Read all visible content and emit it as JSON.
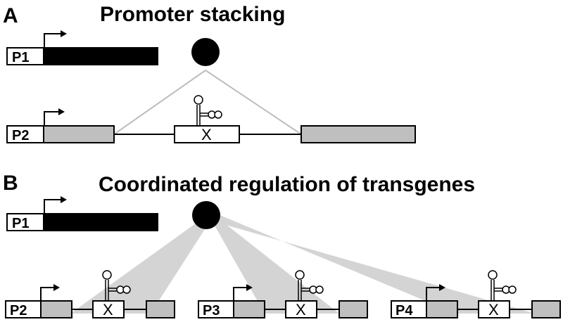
{
  "panel_a": {
    "letter": "A",
    "title": "Promoter stacking",
    "promoter_top": "P1",
    "promoter_bottom": "P2",
    "element": "X"
  },
  "panel_b": {
    "letter": "B",
    "title": "Coordinated regulation of transgenes",
    "promoter_top": "P1",
    "constructs": [
      {
        "promoter": "P2",
        "element": "X"
      },
      {
        "promoter": "P3",
        "element": "X"
      },
      {
        "promoter": "P4",
        "element": "X"
      }
    ]
  },
  "colors": {
    "gene_black": "#000000",
    "gene_grey": "#bfbfbf",
    "fan_grey": "#d4d4d4",
    "link_grey": "#bdbdbd"
  },
  "icons": [
    "transcription-start-arrow-icon",
    "rna-hairpin-icon",
    "enhancer-circle-icon"
  ]
}
